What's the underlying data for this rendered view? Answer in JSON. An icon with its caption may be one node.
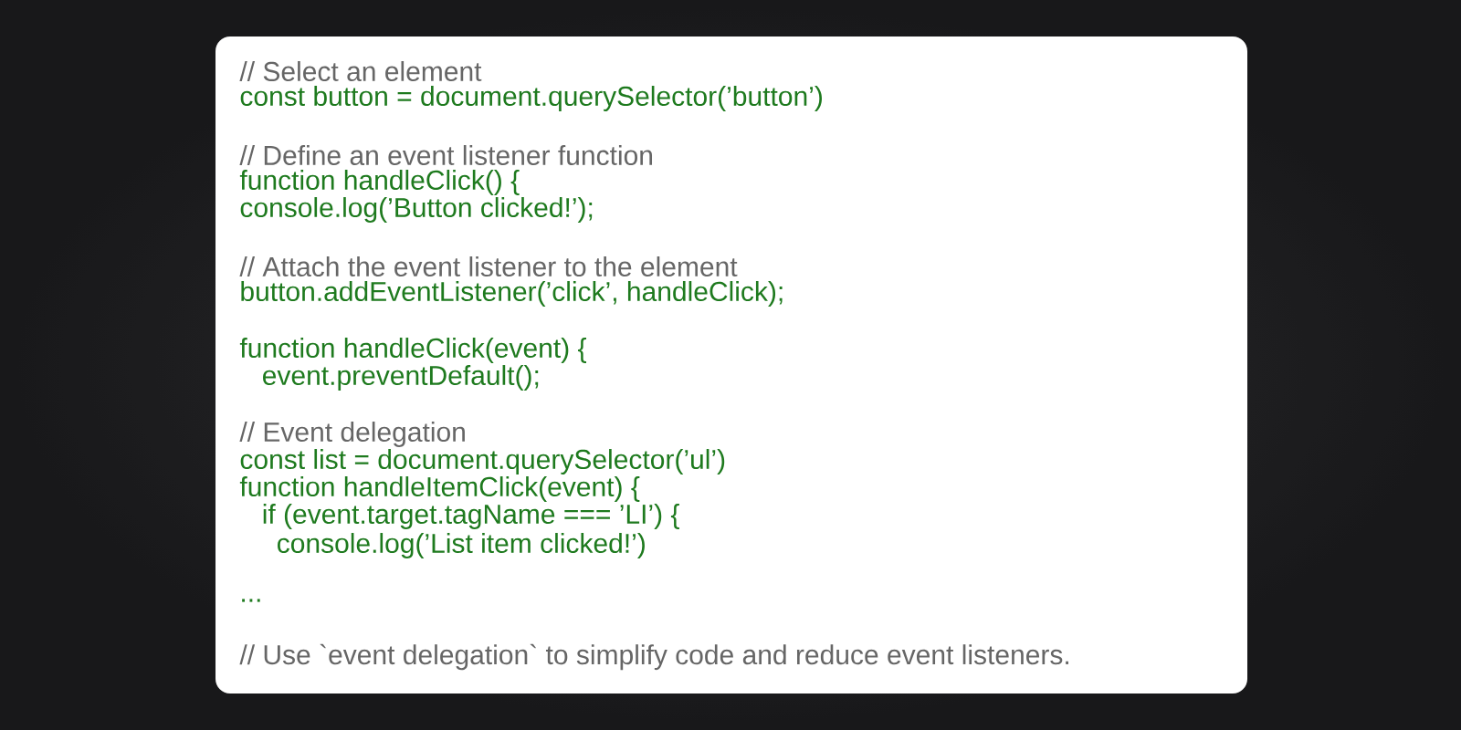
{
  "diagram": {
    "labels": [
      "// Select an element",
      "const button = document.querySelector(’button’)",
      "// Define an event listener function",
      "function handleClick() {",
      "console.log(’Button clicked!’);",
      "// Attach the event listener to the element",
      "button.addEventListener(’click’, handleClick);",
      "function handleClick(event) {",
      "  event.preventDefault();",
      "// Event delegation",
      "const list = document.querySelector(’ul’)",
      "function handleItemClick(event) {",
      "  if (event.target.tagName === ’LI’) {",
      "    console.log(’List item clicked!’)",
      "...",
      "// Use `event delegation` to simplify code and reduce event listeners."
    ]
  }
}
